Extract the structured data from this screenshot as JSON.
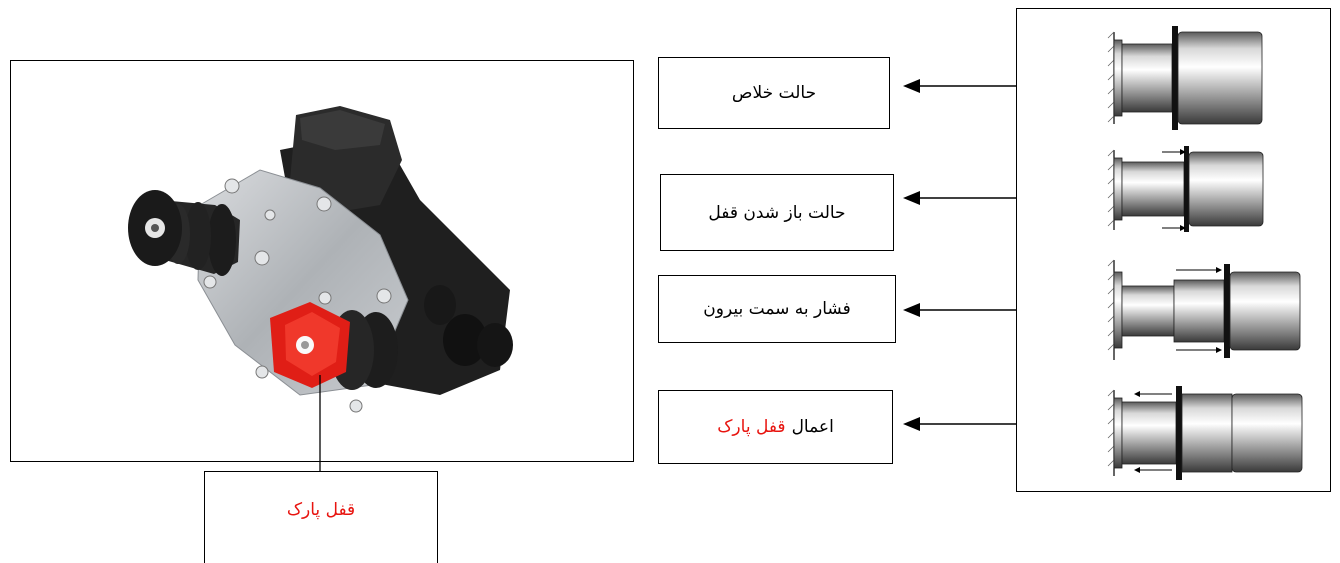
{
  "labels": {
    "neutral": "حالت خلاص",
    "unlocking": "حالت باز شدن قفل",
    "push_out": "فشار به سمت بیرون",
    "apply_prefix": "اعمال",
    "apply_highlight": "قفل پارک"
  },
  "callout": {
    "park_lock": "قفل پارک"
  },
  "colors": {
    "highlight": "#e8140f",
    "plate": "#b8bbbf",
    "housing": "#2a2a2a",
    "lock_cap": "#e01e16"
  }
}
